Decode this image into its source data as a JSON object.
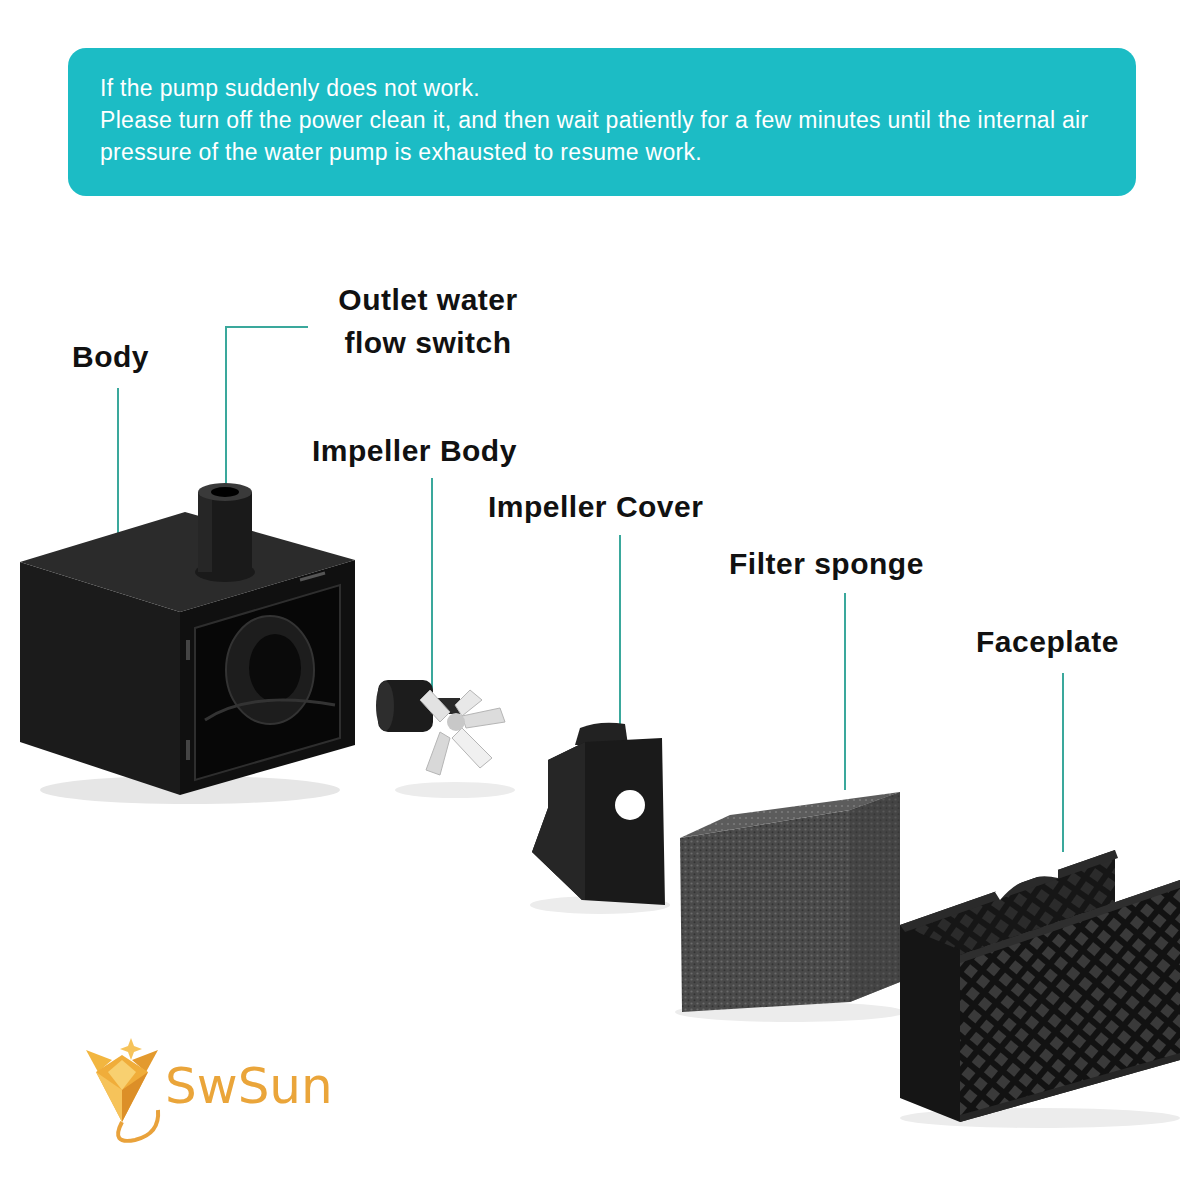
{
  "diagram": {
    "nodes": [
      {
        "text": [
          "If the pump suddenly does not work.",
          "Please turn off the power clean it, and then wait patiently for a few minutes until the internal air pressure of the water pump is exhausted to resume work."
        ]
      }
    ],
    "labels": [
      "Body",
      "Outlet water flow switch",
      "Impeller Body",
      "Impeller Cover",
      "Filter sponge",
      "Faceplate",
      "SwSun"
    ]
  }
}
